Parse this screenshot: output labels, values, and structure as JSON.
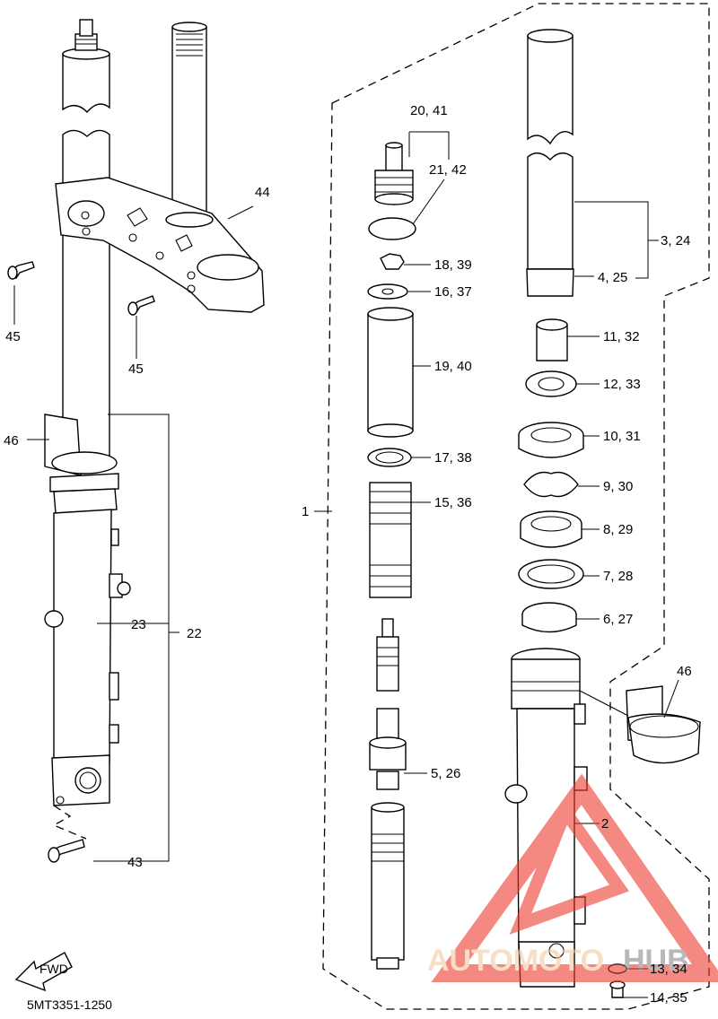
{
  "diagram": {
    "code": "5MT3351-1250",
    "direction_label": "FWD",
    "labels": {
      "l_1": "1",
      "l_2": "2",
      "l_3_24": "3, 24",
      "l_4_25": "4, 25",
      "l_5_26": "5, 26",
      "l_6_27": "6, 27",
      "l_7_28": "7, 28",
      "l_8_29": "8, 29",
      "l_9_30": "9, 30",
      "l_10_31": "10, 31",
      "l_11_32": "11, 32",
      "l_12_33": "12, 33",
      "l_13_34": "13, 34",
      "l_14_35": "14, 35",
      "l_15_36": "15, 36",
      "l_16_37": "16, 37",
      "l_17_38": "17, 38",
      "l_18_39": "18, 39",
      "l_19_40": "19, 40",
      "l_20_41": "20, 41",
      "l_21_42": "21, 42",
      "l_22": "22",
      "l_23": "23",
      "l_43": "43",
      "l_44": "44",
      "l_45a": "45",
      "l_45b": "45",
      "l_46a": "46",
      "l_46b": "46"
    }
  },
  "watermark": {
    "brand_a": "AUTOMOTO",
    "brand_b": "HUB",
    "color_brand_a": "#f5c9a0",
    "color_brand_b": "#8a8a8a",
    "color_triangle": "#ee3b2f"
  }
}
